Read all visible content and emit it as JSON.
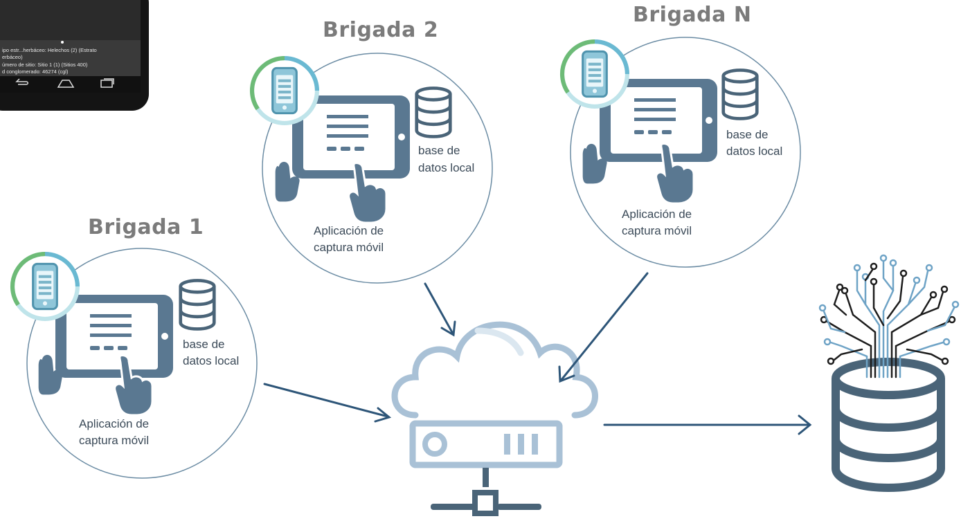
{
  "phone": {
    "lines": [
      "ipo estr...herbáceo: Helechos (2) (Estrato",
      "erbáceo)",
      "úmero de sitio: Sitio 1 (1) (Sitios 400)",
      "d conglomerado: 46274 (cgl)"
    ]
  },
  "brigades": [
    {
      "title": "Brigada 1",
      "db_label_line1": "base de",
      "db_label_line2": "datos local",
      "app_label_line1": "Aplicación de",
      "app_label_line2": "captura móvil"
    },
    {
      "title": "Brigada 2",
      "db_label_line1": "base de",
      "db_label_line2": "datos local",
      "app_label_line1": "Aplicación de",
      "app_label_line2": "captura móvil"
    },
    {
      "title": "Brigada N",
      "db_label_line1": "base de",
      "db_label_line2": "datos local",
      "app_label_line1": "Aplicación de",
      "app_label_line2": "captura móvil"
    }
  ],
  "colors": {
    "tablet": "#5a7891",
    "circle_stroke": "#6a8ba3",
    "arrow": "#2d5578",
    "cloud": "#a9c1d6",
    "central_db": "#4a6478",
    "tree": "#1d1d1d",
    "tree_blue": "#6ea3c6",
    "title": "#7b7b7b"
  },
  "icons": [
    "smartphone-icon",
    "tablet-icon",
    "touch-hand-icon",
    "database-icon",
    "cloud-server-icon",
    "network-icon",
    "data-tree-icon"
  ]
}
